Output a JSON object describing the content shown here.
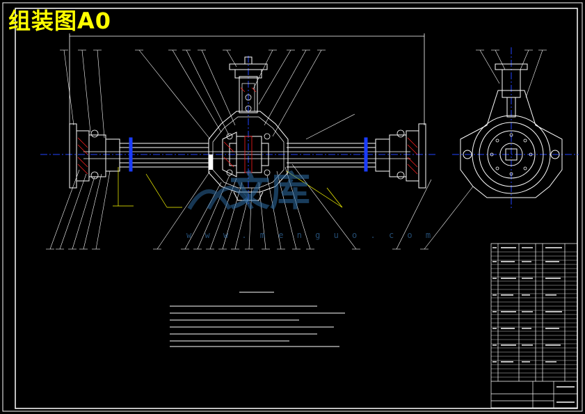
{
  "title": "组装图A0",
  "watermark": {
    "text": "文库",
    "url": "w w w . m e n g u o . c o m"
  },
  "colors": {
    "background": "#000000",
    "frame": "#ffffff",
    "title": "#ffff00",
    "leader": "#ffff00",
    "part": "#ffffff",
    "axis": "#0000ff",
    "hatch": "#ff0000",
    "watermark": "#2f6fa8"
  }
}
